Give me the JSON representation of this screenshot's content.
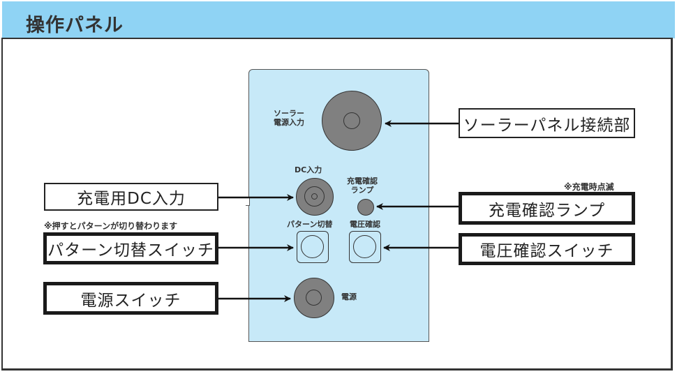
{
  "header": {
    "title": "操作パネル"
  },
  "colors": {
    "header_bg": "#8fd3f4",
    "panel_bg": "#c7e9f8",
    "knob": "#808080"
  },
  "panel_labels": {
    "solar_input": [
      "ソーラー",
      "電源入力"
    ],
    "dc_input": "DC入力",
    "charge_lamp": [
      "充電確認",
      "ランプ"
    ],
    "pattern_switch": "パターン切替",
    "voltage_check": "電圧確認",
    "power": "電源"
  },
  "callouts": {
    "solar_panel_connector": "ソーラーパネル接続部",
    "dc_input_charging": "充電用DC入力",
    "pattern_switch": "パターン切替スイッチ",
    "power_switch": "電源スイッチ",
    "charge_lamp": "充電確認ランプ",
    "voltage_check_switch": "電圧確認スイッチ"
  },
  "notes": {
    "pattern_switch_note": "※押すとパターンが切り替わります",
    "charge_lamp_note": "※充電時点滅"
  }
}
